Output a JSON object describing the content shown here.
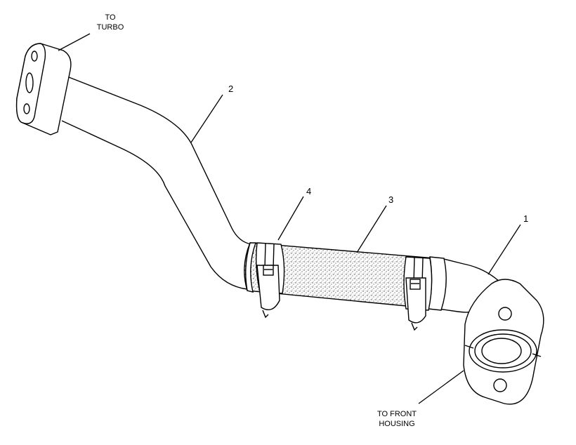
{
  "callouts": {
    "part_1": "1",
    "part_2": "2",
    "part_3": "3",
    "part_4": "4"
  },
  "labels": {
    "to_turbo_line1": "TO",
    "to_turbo_line2": "TURBO",
    "to_front_line1": "TO FRONT",
    "to_front_line2": "HOUSING"
  },
  "colors": {
    "line": "#000000",
    "background": "#ffffff",
    "hose_stipple": "#555555"
  }
}
